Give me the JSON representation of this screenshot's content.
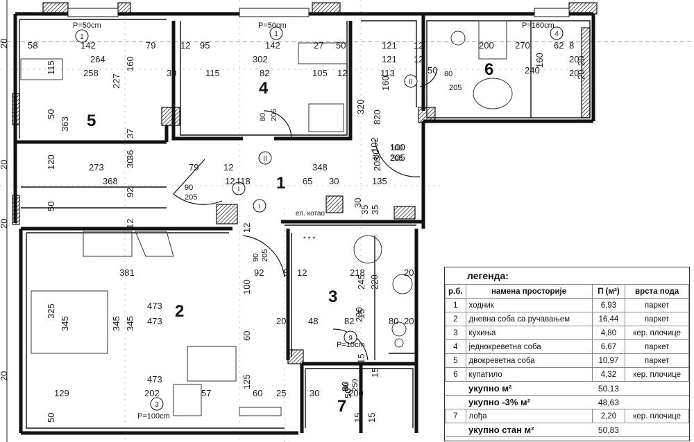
{
  "rooms": [
    {
      "num": "1"
    },
    {
      "num": "2"
    },
    {
      "num": "3"
    },
    {
      "num": "4"
    },
    {
      "num": "5"
    },
    {
      "num": "6"
    },
    {
      "num": "7"
    }
  ],
  "windows": {
    "w1": {
      "label": "P=50cm",
      "num": "1"
    },
    "w2": {
      "label": "P=50cm",
      "num": "1"
    },
    "w3": {
      "label": "P=160cm",
      "num": "4"
    },
    "w4": {
      "label": "P=100cm",
      "num": "3"
    },
    "w5": {
      "label": "P=10cm",
      "num": "9"
    }
  },
  "doors": {
    "d_bath": {
      "w": "80",
      "h": "205",
      "mark": "II"
    },
    "d_room4": {
      "w": "80",
      "h": "205",
      "mark": "II"
    },
    "d_hall": {
      "w": "90",
      "h": "205",
      "mark": "I"
    },
    "d_living": {
      "w": "90",
      "h": "205",
      "mark": "I"
    },
    "d_right": {
      "w": "100",
      "h": "205"
    },
    "d_balcony": {
      "w": "80",
      "h": "250"
    }
  },
  "annotations": {
    "el_kotao": "ел. котао",
    "hob": "* * *"
  },
  "dimensions": {
    "top": [
      "58",
      "142",
      "79",
      "12",
      "95",
      "142",
      "27",
      "50",
      "121",
      "12",
      "200",
      "270",
      "62",
      "8"
    ],
    "row2": [
      "264",
      "302",
      "121",
      "12",
      "20"
    ],
    "row3": [
      "258",
      "30",
      "115",
      "82",
      "105",
      "12",
      "113",
      "50",
      "240",
      "20"
    ],
    "mid1": [
      "273",
      "79",
      "12",
      "348",
      "100",
      "205"
    ],
    "mid2": [
      "12",
      "118",
      "65",
      "30",
      "135",
      "368"
    ],
    "living": [
      "381",
      "92",
      "8",
      "12",
      "218",
      "20",
      "473",
      "473",
      "20",
      "48",
      "82",
      "80",
      "20",
      "473",
      "129",
      "202",
      "57",
      "60",
      "25",
      "30",
      "200"
    ],
    "left_v": [
      "115",
      "50",
      "363",
      "120",
      "50",
      "325",
      "345",
      "345",
      "345",
      "20",
      "20",
      "20",
      "50"
    ],
    "center_v": [
      "227",
      "160",
      "37",
      "36",
      "30",
      "92",
      "12",
      "12",
      "100",
      "60",
      "125",
      "245",
      "220",
      "230",
      "320",
      "820",
      "102",
      "160",
      "80",
      "205",
      "35",
      "30",
      "35",
      "15",
      "15",
      "15",
      "50",
      "70"
    ],
    "bottom_v": [
      "20",
      "80",
      "15",
      "15"
    ],
    "right_v": [
      "20",
      "160",
      "20"
    ]
  },
  "legend": {
    "title": "легенда:",
    "headers": [
      "р.б.",
      "намена просторије",
      "П (м²)",
      "врста пода"
    ],
    "rows": [
      {
        "n": "1",
        "name": "ходник",
        "area": "6,93",
        "floor": "паркет"
      },
      {
        "n": "2",
        "name": "дневна соба са ручавањем",
        "area": "16,44",
        "floor": "паркет"
      },
      {
        "n": "3",
        "name": "кухиња",
        "area": "4,80",
        "floor": "кер. плочице"
      },
      {
        "n": "4",
        "name": "једнокреветна соба",
        "area": "6,67",
        "floor": "паркет"
      },
      {
        "n": "5",
        "name": "двокреветна соба",
        "area": "10,97",
        "floor": "паркет"
      },
      {
        "n": "6",
        "name": "купатило",
        "area": "4,32",
        "floor": "кер. плочице"
      }
    ],
    "total1_label": "укупно м²",
    "total1_value": "50.13",
    "total2_label": "укупно -3% м²",
    "total2_value": "48,63",
    "row7": {
      "n": "7",
      "name": "лођа",
      "area": "2,20",
      "floor": "кер. плочице"
    },
    "total3_label": "укупно стан м²",
    "total3_value": "50,83"
  }
}
